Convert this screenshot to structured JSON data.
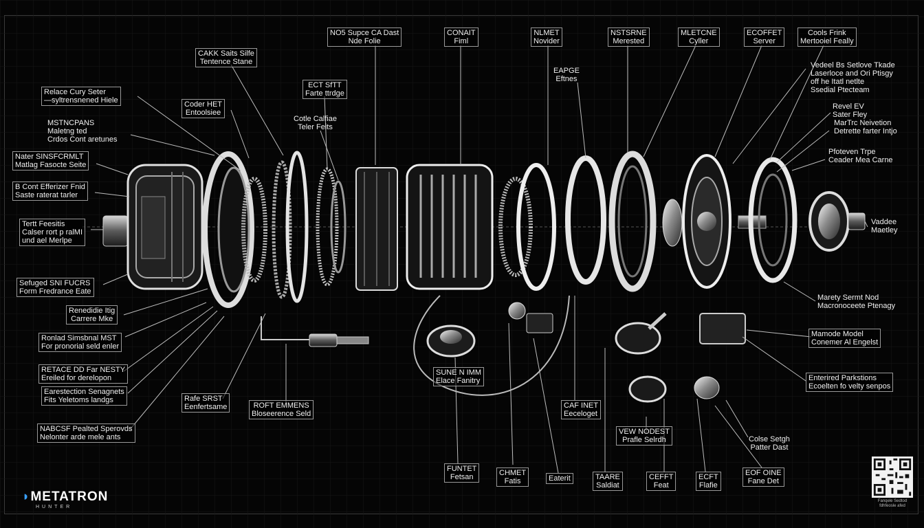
{
  "brand": {
    "name": "METATRON",
    "tagline": "HUNTER"
  },
  "labels": [
    {
      "id": "l01",
      "line1": "NO5 Supce CA Dast",
      "line2": "Nde Folie"
    },
    {
      "id": "l02",
      "line1": "CONAIT",
      "line2": "Fiml"
    },
    {
      "id": "l03",
      "line1": "NLMET",
      "line2": "Novider"
    },
    {
      "id": "l04",
      "line1": "NSTSRNE",
      "line2": "Merested"
    },
    {
      "id": "l05",
      "line1": "MLETCNE",
      "line2": "Cyller"
    },
    {
      "id": "l06",
      "line1": "ECOFFET",
      "line2": "Server"
    },
    {
      "id": "l07",
      "line1": "Cools Frink",
      "line2": "Mertooiel Feally"
    },
    {
      "id": "l08",
      "line1": "CAKK Saits Silfe",
      "line2": "Tentence Stane"
    },
    {
      "id": "l09",
      "line1": "EAPGE",
      "line2": "Eftnes"
    },
    {
      "id": "l10",
      "line1": "Vedeel Bs Setlove Tkade",
      "line2": "Laserloce and Ori Ptisgy",
      "line3": "off he Itatl netlte",
      "line4": "Ssedial Ptecteam"
    },
    {
      "id": "l11",
      "line1": "Relace Cury Seter",
      "line2": "—syltrensnened Hiele"
    },
    {
      "id": "l12",
      "line1": "ECT SfTT",
      "line2": "Farte ttrdge"
    },
    {
      "id": "l13",
      "line1": "Coder HET",
      "line2": "Entoolsiee"
    },
    {
      "id": "l14",
      "line1": "Cotle Calfiae",
      "line2": "Teler Feits"
    },
    {
      "id": "l15",
      "line1": "Revel EV",
      "line2": "Sater Fley"
    },
    {
      "id": "l16",
      "line1": "MSTNCPANS",
      "line2": "Maletng    ted",
      "line3": "Crdos Cont aretunes"
    },
    {
      "id": "l17",
      "line1": "MarTrc Neivetion",
      "line2": "Detrette farter Intjo"
    },
    {
      "id": "l18",
      "line1": "Nater SINSFCRMLT",
      "line2": "Matlag Fasocte Seite"
    },
    {
      "id": "l19",
      "line1": "Pfoteven Trpe",
      "line2": "Ceader Mea Carne"
    },
    {
      "id": "l20",
      "line1": "B Cont Efferizer Fnid",
      "line2": "Saste raterat tarler"
    },
    {
      "id": "l21",
      "line1": "Tertt Feesitis",
      "line2": "Calser rort p ralMI",
      "line3": "und ael Merlpe"
    },
    {
      "id": "l22",
      "line1": "Vaddee",
      "line2": "Maetley"
    },
    {
      "id": "l23",
      "line1": "Sefuged SNI FUCRS",
      "line2": "Form Fredrance Eate"
    },
    {
      "id": "l24",
      "line1": "Marety Sermt Nod",
      "line2": "Macronoceete Ptenagy"
    },
    {
      "id": "l25",
      "line1": "Renedidie Itig",
      "line2": "Carrere Mke"
    },
    {
      "id": "l26",
      "line1": "Mamode Model",
      "line2": "Conemer Al Engelst"
    },
    {
      "id": "l27",
      "line1": "Ronlad Simsbnal MST",
      "line2": "For pronorial seld enler"
    },
    {
      "id": "l28",
      "line1": "RETACE DD Far NESTY",
      "line2": "Ereiled for derelopon"
    },
    {
      "id": "l29",
      "line1": "SUNE N IMM",
      "line2": "Elace Fanitry"
    },
    {
      "id": "l30",
      "line1": "Enterired Parkstions",
      "line2": "Ecoelten fo velty senpos"
    },
    {
      "id": "l31",
      "line1": "Earestection Senagnets",
      "line2": "Fits Yeletoms landgs"
    },
    {
      "id": "l32",
      "line1": "Rafe SRST",
      "line2": "Eenfertsame"
    },
    {
      "id": "l33",
      "line1": "ROFT EMMENS",
      "line2": "Bloseerence Seld"
    },
    {
      "id": "l34",
      "line1": "CAF INET",
      "line2": "Eeceloget"
    },
    {
      "id": "l35",
      "line1": "NABCSF Pealted Sperovds",
      "line2": "Nelonter arde mele ants"
    },
    {
      "id": "l36",
      "line1": "VEW NODEST",
      "line2": "Prafle Selrdh"
    },
    {
      "id": "l37",
      "line1": "Colse Setgh",
      "line2": "Patter Dast"
    },
    {
      "id": "l38",
      "line1": "FUNTET",
      "line2": "Fetsan"
    },
    {
      "id": "l39",
      "line1": "CHMET",
      "line2": "Fatis"
    },
    {
      "id": "l40",
      "line1": "Eaterit"
    },
    {
      "id": "l41",
      "line1": "TAARE",
      "line2": "Saldiat"
    },
    {
      "id": "l42",
      "line1": "CEFFT",
      "line2": "Feat"
    },
    {
      "id": "l43",
      "line1": "ECFT",
      "line2": "Flafie"
    },
    {
      "id": "l44",
      "line1": "EOF OINE",
      "line2": "Fane Det"
    }
  ],
  "qr_caption": [
    "Fanqele Sedtod",
    "fdhfeosle afed"
  ]
}
